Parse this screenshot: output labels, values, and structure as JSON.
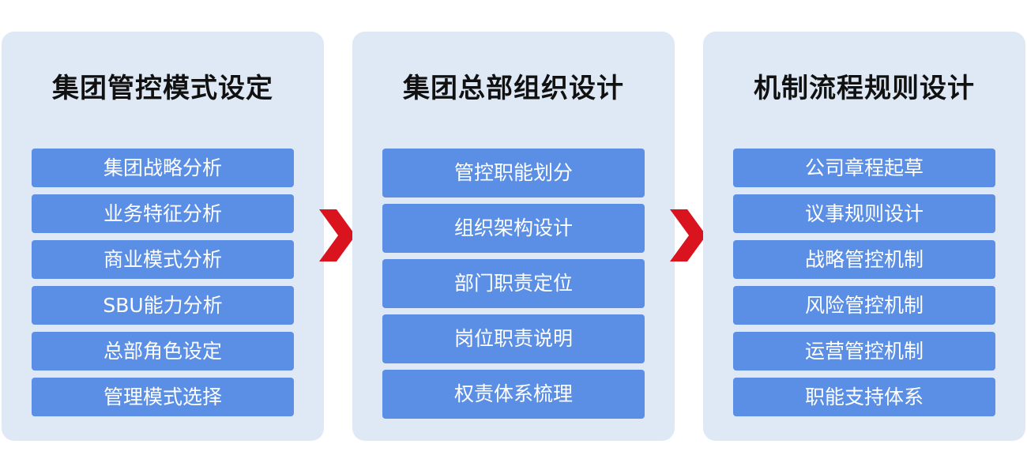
{
  "colors": {
    "panel_bg": "#dfe9f5",
    "item_bg": "#5b8fe6",
    "arrow": "#d9141e",
    "title": "#111111"
  },
  "columns": [
    {
      "title": "集团管控模式设定",
      "items": [
        "集团战略分析",
        "业务特征分析",
        "商业模式分析",
        "SBU能力分析",
        "总部角色设定",
        "管理模式选择"
      ]
    },
    {
      "title": "集团总部组织设计",
      "items": [
        "管控职能划分",
        "组织架构设计",
        "部门职责定位",
        "岗位职责说明",
        "权责体系梳理"
      ]
    },
    {
      "title": "机制流程规则设计",
      "items": [
        "公司章程起草",
        "议事规则设计",
        "战略管控机制",
        "风险管控机制",
        "运营管控机制",
        "职能支持体系"
      ]
    }
  ],
  "arrows": [
    "chevron-right-icon",
    "chevron-right-icon"
  ]
}
